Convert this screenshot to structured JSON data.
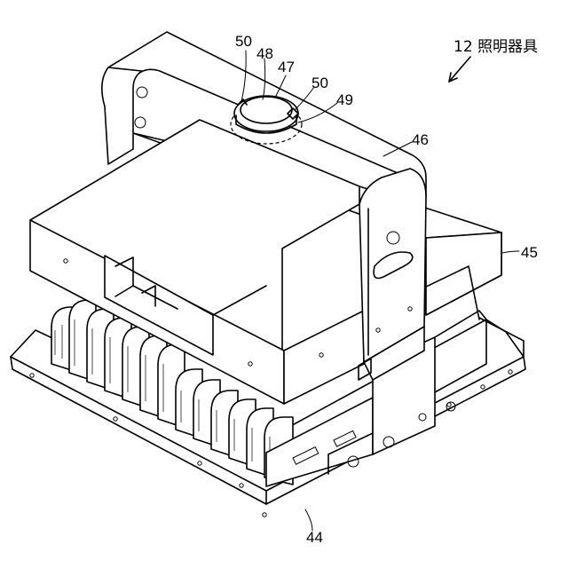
{
  "figure": {
    "title": "12 照明器具",
    "labels": {
      "ref_50a": "50",
      "ref_48": "48",
      "ref_47": "47",
      "ref_50b": "50",
      "ref_49": "49",
      "ref_46": "46",
      "ref_45": "45",
      "ref_44": "44"
    },
    "line_color": "#000000",
    "background": "#ffffff"
  }
}
